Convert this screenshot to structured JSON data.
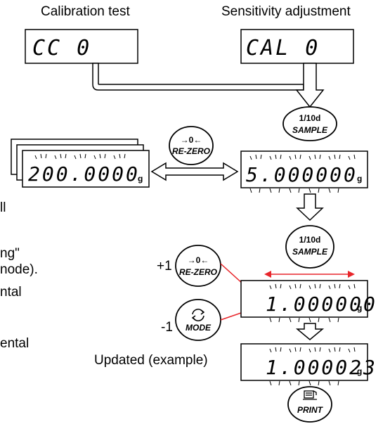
{
  "labels": {
    "calibration_test": "Calibration test",
    "sensitivity_adjustment": "Sensitivity adjustment",
    "plus_one": "+1",
    "minus_one": "-1",
    "updated_example": "Updated (example)"
  },
  "displays": {
    "cc": "CC   0",
    "cal": "CAL   0",
    "weight": "200.0000",
    "sensitivity": "5.000000",
    "value": "1.000000",
    "updated": "1.000023",
    "unit": "g"
  },
  "buttons": {
    "sample_top": "1/10d",
    "sample_bottom": "SAMPLE",
    "rezero_symbol": "→0←",
    "rezero_label": "RE-ZERO",
    "mode_label": "MODE",
    "print_label": "PRINT"
  },
  "cut_text": {
    "line1": "ll",
    "line2": "ng\"",
    "line3": "node).",
    "line4": "ntal",
    "line5": "ental"
  },
  "colors": {
    "line": "#000000",
    "accent_red": "#e8262b"
  },
  "icons": {
    "mode_icon": "circular-arrows-icon",
    "print_icon": "printer-icon"
  }
}
